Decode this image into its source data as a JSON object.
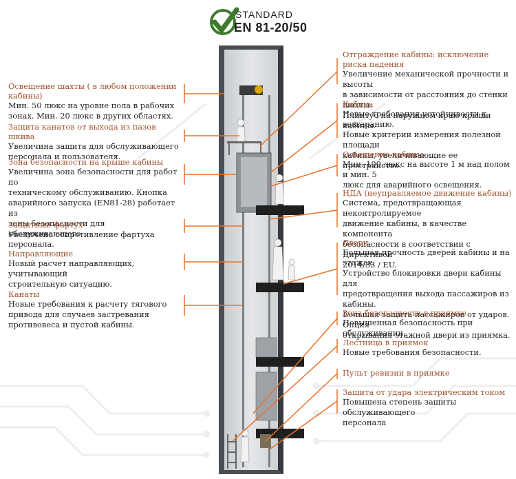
{
  "logo": {
    "standard": "STANDARD",
    "code": "EN 81-20/50",
    "colors": {
      "check": "#3f7a2e",
      "text": "#222222"
    }
  },
  "colors": {
    "heading": "#a0522d",
    "body": "#222222",
    "leader": "#e8732b",
    "shaft_wall": "#4a4d52",
    "shaft_inner": "#d7d9dc"
  },
  "left": [
    {
      "title": "Освещение шахты ( в любом положении кабины)",
      "lines": [
        " Мин. 50 люкс на уровне пола в рабочих",
        "зонах. Мин. 20 люкс в других областях."
      ]
    },
    {
      "title": "Защита канатов от выхода из пазов шкива",
      "lines": [
        "Увеличина защита для обслуживающего",
        "персонала и пользователя."
      ]
    },
    {
      "title": "Зона безопасности на крыше кабины",
      "lines": [
        "Увеличина зона безопасности для работ по",
        "техническому обслуживанию. Кнопка",
        "аварийного запуска (EN81-28) работает из",
        "зоны безопасности для обслуживающего",
        "персонала."
      ]
    },
    {
      "title": "Защитный фартух",
      "lines": [
        "Увеличено сопротивление фартуха"
      ]
    },
    {
      "title": "Направляющие",
      "lines": [
        "Новый расчет направляющих, учитывающий",
        "строительную ситуацию."
      ]
    },
    {
      "title": "Канаты",
      "lines": [
        "Новые требования к расчету тягового",
        "привода для случаев застревания",
        "противовеса и пустой кабины."
      ]
    }
  ],
  "right": [
    {
      "title": "Отграждение кабины: исключение риска падения",
      "lines": [
        "Увеличение механической прочности и высоты",
        "в зависимости от расстояния до стенки шахты.",
        "Плинтус на наружном краю крыши кабины."
      ]
    },
    {
      "title": "Кабина",
      "lines": [
        "Новые требования устойчивости к возгаранию.",
        "Новые критерии измерения полезной площади",
        "кабины, увеличивающие ее пространство."
      ]
    },
    {
      "title": "Освещение кабины",
      "lines": [
        "Мин. 100 люкс на высоте 1 м над полом и мин.  5",
        "люкс для аварийного освещения."
      ]
    },
    {
      "title": "НДА (неуправляемое движение кабины)",
      "lines": [
        "Система, предотвращающая неконтролируемое",
        "движение кабины, в качестве компонента",
        "безопасности в соответствии с Директивой",
        "2014/33 / EU."
      ]
    },
    {
      "title": "Двери",
      "lines": [
        "Большая прочность дверей кабины и на этажах.",
        "Устройство блокировки двери кабины для",
        "предотвращения выхода пассажиров из кабины.",
        "Большая защита пассажиров от ударов. Опция",
        "открывания этажной двери из приямка."
      ]
    },
    {
      "title": "Зона безопасности в приямке",
      "lines": [
        "Повышенная безопасность при обслуживании."
      ]
    },
    {
      "title": "Лестница в приямок",
      "lines": [
        "Новые требования безопасности."
      ]
    },
    {
      "title": "Пульт ревизии в приямке",
      "lines": []
    },
    {
      "title": "Защита от удара электрическим током",
      "lines": [
        "Повышена степень защиты обслуживающего",
        "персонала"
      ]
    }
  ]
}
